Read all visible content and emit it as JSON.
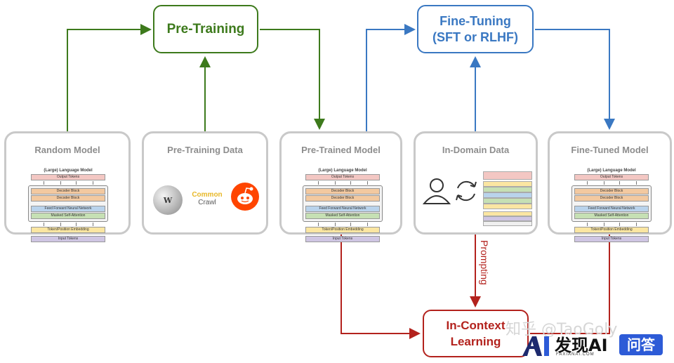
{
  "processes": {
    "pretraining": "Pre-Training",
    "finetuning_line1": "Fine-Tuning",
    "finetuning_line2": "(SFT or RLHF)",
    "incontext_line1": "In-Context",
    "incontext_line2": "Learning"
  },
  "boxes": {
    "random_model": "Random Model",
    "pretraining_data": "Pre-Training Data",
    "pretrained_model": "Pre-Trained Model",
    "indomain_data": "In-Domain Data",
    "finetuned_model": "Fine-Tuned Model"
  },
  "lm": {
    "title": "(Large) Language Model",
    "output": "Output Tokens",
    "decoder1": "Decoder Block",
    "decoder2": "Decoder Block",
    "ffn": "Feed Forward Neural Network",
    "attn": "Masked Self-Attention",
    "embed": "Token/Position Embedding",
    "input": "Input Tokens"
  },
  "data_logos": {
    "wiki_glyph": "W",
    "commoncrawl_1": "Common",
    "commoncrawl_2": "Crawl"
  },
  "edge_label": "Prompting",
  "colors": {
    "pretraining": "#3d7a1c",
    "finetuning": "#3a78c2",
    "incontext": "#b3221d",
    "box_border": "#c9c9c9"
  },
  "watermark": "知乎 @TaoGoly",
  "brand": {
    "name": "发现AI",
    "sub": "FAXIANAI.COM",
    "qa": "问答"
  }
}
